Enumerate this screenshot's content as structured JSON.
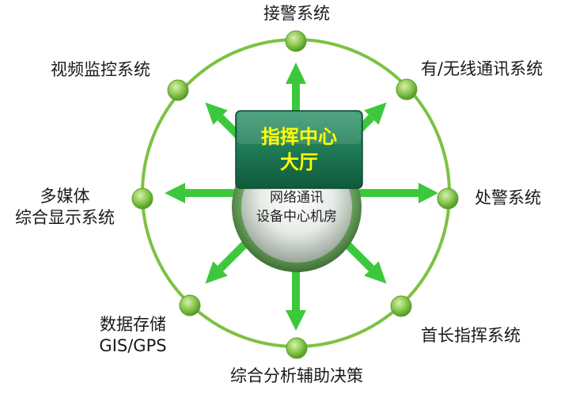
{
  "center": {
    "title_line1": "指挥中心",
    "title_line2": "大厅",
    "sub_line1": "网络通讯",
    "sub_line2": "设备中心机房"
  },
  "nodes": {
    "top": "接警系统",
    "top_right": "有/无线通讯系统",
    "right": "处警系统",
    "bottom_right": "首长指挥系统",
    "bottom": "综合分析辅助决策",
    "bottom_left_line1": "数据存储",
    "bottom_left_line2": "GIS/GPS",
    "left_line1": "多媒体",
    "left_line2": "综合显示系统",
    "top_left": "视频监控系统"
  },
  "colors": {
    "ring": "#7cc243",
    "arrow": "#3cc83c",
    "node": "#7cc243",
    "hub_box": "#1e7a55",
    "hub_text": "#ffff00"
  }
}
